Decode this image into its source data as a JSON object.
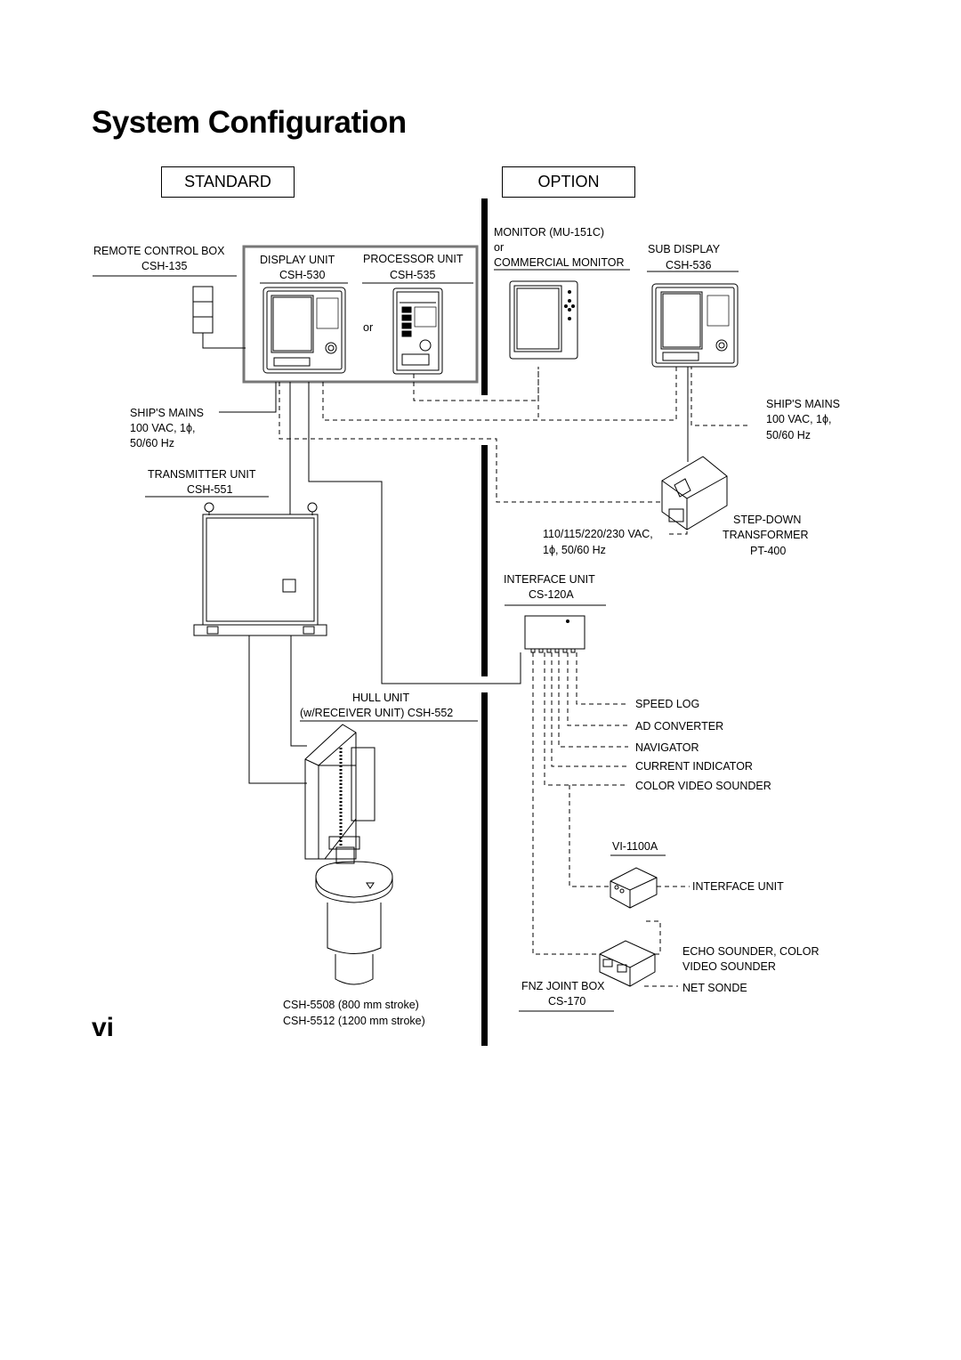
{
  "page": {
    "title": "System Configuration",
    "page_number": "vi"
  },
  "tabs": {
    "standard": "STANDARD",
    "option": "OPTION"
  },
  "standard": {
    "remote_control_box": {
      "name": "REMOTE CONTROL BOX",
      "model": "CSH-135"
    },
    "display_unit": {
      "name": "DISPLAY UNIT",
      "model": "CSH-530"
    },
    "processor_unit": {
      "name": "PROCESSOR UNIT",
      "model": "CSH-535"
    },
    "or_label": "or",
    "ships_mains": {
      "line1": "SHIP'S MAINS",
      "line2": "100 VAC, 1ϕ,",
      "line3": "50/60 Hz"
    },
    "transmitter_unit": {
      "name": "TRANSMITTER UNIT",
      "model": "CSH-551"
    },
    "hull_unit": {
      "name": "HULL UNIT",
      "model": "(w/RECEIVER UNIT) CSH-552"
    },
    "hull_variants": {
      "line1": "CSH-5508 (800 mm stroke)",
      "line2": "CSH-5512 (1200 mm stroke)"
    }
  },
  "option": {
    "monitor": {
      "line1": "MONITOR (MU-151C)",
      "line2": "or",
      "line3": "COMMERCIAL MONITOR"
    },
    "sub_display": {
      "name": "SUB DISPLAY",
      "model": "CSH-536"
    },
    "ships_mains": {
      "line1": "SHIP'S MAINS",
      "line2": "100 VAC, 1ϕ,",
      "line3": "50/60 Hz"
    },
    "transformer": {
      "line1": "STEP-DOWN",
      "line2": "TRANSFORMER",
      "model": "PT-400"
    },
    "supply": {
      "line1": "110/115/220/230 VAC,",
      "line2": "1ϕ, 50/60 Hz"
    },
    "interface_unit": {
      "name": "INTERFACE UNIT",
      "model": "CS-120A"
    },
    "outputs": [
      "SPEED LOG",
      "AD CONVERTER",
      "NAVIGATOR",
      "CURRENT INDICATOR",
      "COLOR VIDEO SOUNDER"
    ],
    "vi_model": "VI-1100A",
    "vi_interface": "INTERFACE UNIT",
    "echo_sounder": {
      "line1": "ECHO SOUNDER, COLOR",
      "line2": "VIDEO SOUNDER"
    },
    "joint_box": {
      "name": "FNZ JOINT BOX",
      "model": "CS-170"
    },
    "net_sonde": "NET SONDE"
  }
}
